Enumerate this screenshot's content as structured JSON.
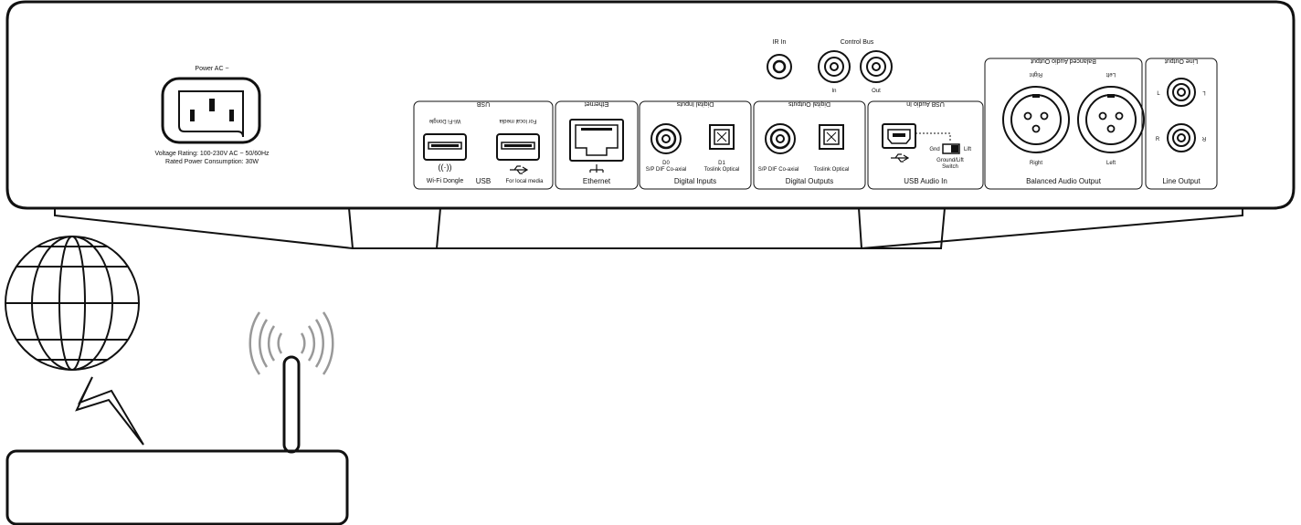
{
  "power": {
    "label": "Power AC ~",
    "voltage": "Voltage Rating: 100-230V AC ~ 50/60Hz",
    "consumption": "Rated Power Consumption: 30W"
  },
  "usb": {
    "group_label": "USB",
    "top_label": "USB",
    "wifi_top": "Wi-Fi Dongle",
    "media_top": "For local media",
    "wifi_label": "Wi-Fi Dongle",
    "media_label": "For local media"
  },
  "ethernet": {
    "top": "Ethernet",
    "label": "Ethernet"
  },
  "digital_inputs": {
    "top": "Digital Inputs",
    "label": "Digital Inputs",
    "d0": "D0",
    "d0_sub": "S/P DIF Co-axial",
    "d1": "D1",
    "d1_sub": "Toslink Optical"
  },
  "digital_outputs": {
    "top": "Digital Outputs",
    "label": "Digital Outputs",
    "coax": "S/P DIF Co-axial",
    "optical": "Toslink Optical"
  },
  "usb_audio": {
    "top": "USB Audio In",
    "label": "USB Audio In",
    "gnd": "Gnd",
    "lift": "Lift",
    "switch1": "Ground/Lift",
    "switch2": "Switch"
  },
  "ir": {
    "label": "IR In"
  },
  "control_bus": {
    "label": "Control Bus",
    "in": "In",
    "out": "Out"
  },
  "balanced": {
    "top": "Balanced Audio Output",
    "label": "Balanced Audio Output",
    "right_top": "Right",
    "left_top": "Left",
    "right": "Right",
    "left": "Left"
  },
  "line": {
    "top": "Line Output",
    "label": "Line Output",
    "l": "L",
    "r": "R"
  }
}
